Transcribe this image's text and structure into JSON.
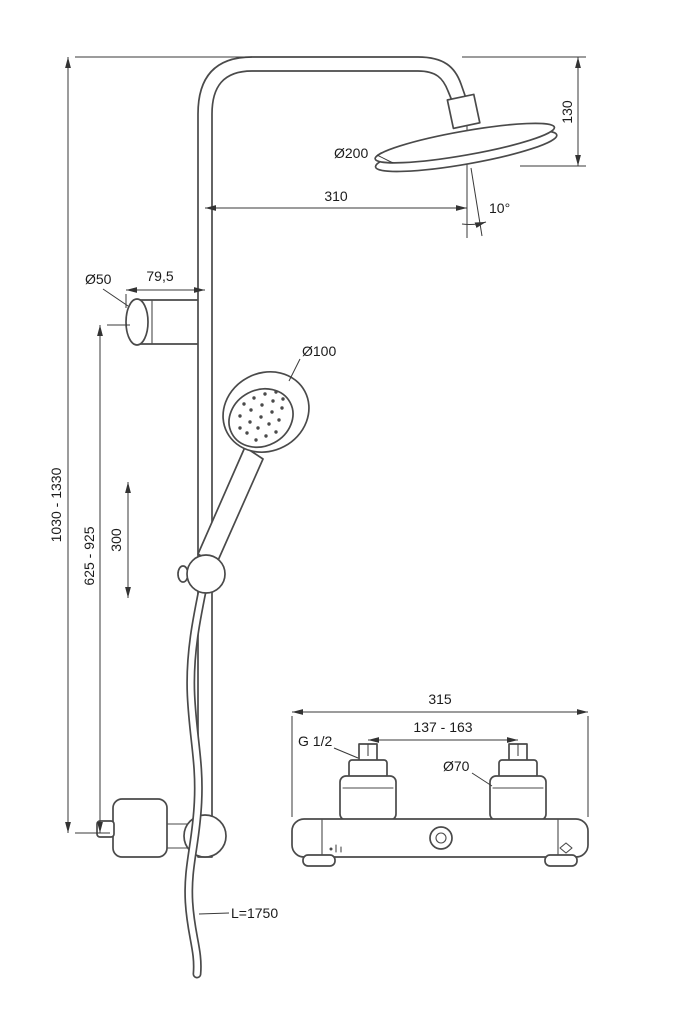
{
  "drawing": {
    "background": "#ffffff",
    "line_color": "#4a4a4a",
    "text_color": "#1b1b1b"
  },
  "labels": {
    "head_drop_height": "130",
    "head_diameter": "Ø200",
    "head_reach": "310",
    "head_angle": "10°",
    "bracket_diameter": "Ø50",
    "bracket_depth": "79,5",
    "handshower_diameter": "Ø100",
    "overall_height_range": "1030 - 1330",
    "handshower_height_range": "625 - 925",
    "slider_travel": "300",
    "mixer_width": "315",
    "inlet_centers_range": "137 - 163",
    "inlet_thread": "G 1/2",
    "escutcheon_diameter": "Ø70",
    "hose_length": "L=1750"
  }
}
